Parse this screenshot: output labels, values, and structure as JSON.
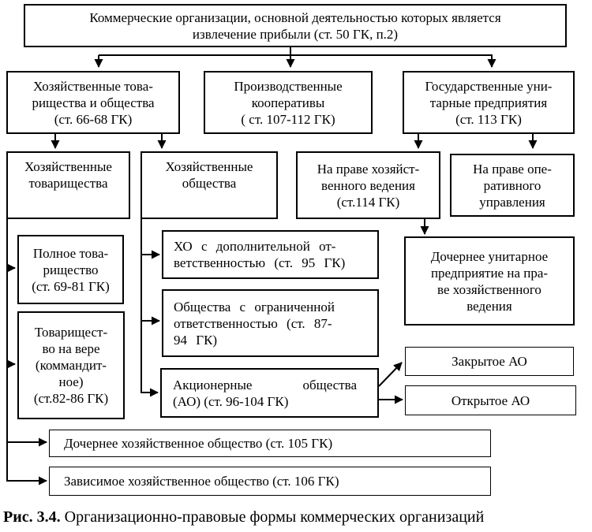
{
  "nodes": {
    "root": "Коммерческие организации, основной деятельностью которых является\nизвлечение прибыли (ст. 50 ГК, п.2)",
    "khoz_tovarishchestva_i_obshchestva": "Хозяйственные това-\nрищества и общества\n(ст. 66-68 ГК)",
    "proizvodstvennye_kooperativy": "Производственные\nкооперативы\n( ст. 107-112 ГК)",
    "gos_unitarnye_predpriyatiya": "Государственные уни-\nтарные предприятия\n(ст. 113 ГК)",
    "khoz_tovarishchestva": "Хозяйственные\nтоварищества",
    "khoz_obshchestva": "Хозяйственные\nобщества",
    "pravo_khoz_vedeniya": "На праве хозяйст-\nвенного ведения\n(ст.114 ГК)",
    "pravo_oper_upravleniya": "На праве опе-\nративного\nуправления",
    "polnoe_tovarishchestvo": "Полное това-\nрищество\n(ст. 69-81 ГК)",
    "tovarishchestvo_na_vere": "Товарищест-\nво на вере\n(коммандит-\nное)\n(ст.82-86 ГК)",
    "kho_dop_otvetstvennost": "ХО с дополнительной от-\nветственностью (ст. 95 ГК)",
    "ooo": "Общества с ограниченной\nответственностью (ст. 87-\n94 ГК)",
    "ao_line1_left": "Акционерные",
    "ao_line1_right": "общества",
    "ao_line2": "(АО) (ст. 96-104 ГК)",
    "zakrytoe_ao": "Закрытое АО",
    "otkrytoe_ao": "Открытое АО",
    "dochernee_unitarnoe": "Дочернее унитарное\nпредприятие на пра-\nве хозяйственного\nведения",
    "dochernee_khoz_obshchestvo": "Дочернее хозяйственное общество (ст. 105 ГК)",
    "zavisimoe_khoz_obshchestvo": "Зависимое хозяйственное общество (ст. 106 ГК)"
  },
  "caption": {
    "prefix": "Рис. 3.4.",
    "text": " Организационно-правовые формы коммерческих организаций"
  }
}
